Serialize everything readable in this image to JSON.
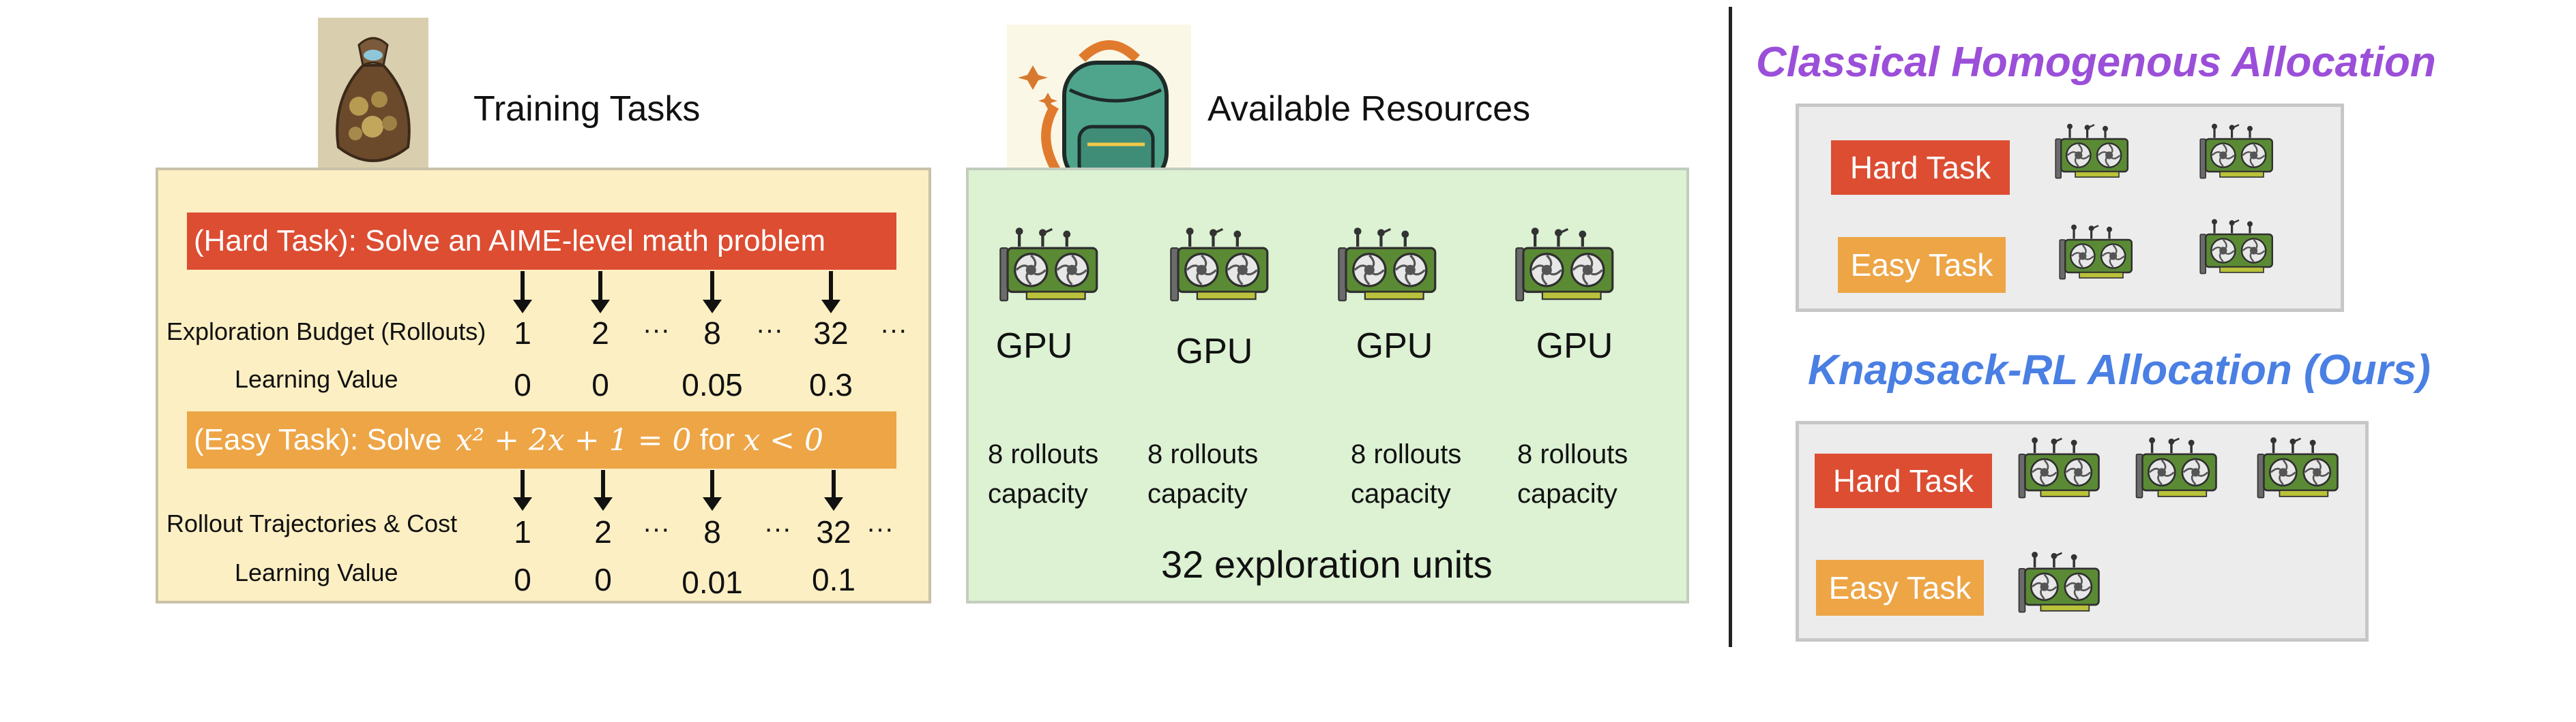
{
  "colors": {
    "hard": "#dc4d32",
    "easy": "#eda546",
    "classical_title": "#9b4fd9",
    "knapsack_title": "#4a7fe3",
    "gpu_green": "#6e9c3e"
  },
  "training": {
    "title": "Training Tasks",
    "hard_task": "(Hard Task): Solve an AIME-level math problem",
    "easy_task_prefix": "(Easy Task): Solve ",
    "easy_task_eq": "x² + 2x + 1 = 0",
    "easy_task_mid": " for ",
    "easy_task_cond": "x < 0",
    "hard_row_label": "Exploration Budget (Rollouts)",
    "hard_value_label": "Learning Value",
    "easy_row_label": "Rollout Trajectories & Cost",
    "easy_value_label": "Learning Value",
    "budgets": [
      "1",
      "2",
      "8",
      "32"
    ],
    "ellipsis": "···",
    "hard_values": [
      "0",
      "0",
      "0.05",
      "0.3"
    ],
    "easy_values": [
      "0",
      "0",
      "0.01",
      "0.1"
    ]
  },
  "resources": {
    "title": "Available Resources",
    "gpus": [
      {
        "label": "GPU",
        "capacity_line1": "8 rollouts",
        "capacity_line2": "capacity"
      },
      {
        "label": "GPU",
        "capacity_line1": "8 rollouts",
        "capacity_line2": "capacity"
      },
      {
        "label": "GPU",
        "capacity_line1": "8 rollouts",
        "capacity_line2": "capacity"
      },
      {
        "label": "GPU",
        "capacity_line1": "8 rollouts",
        "capacity_line2": "capacity"
      }
    ],
    "total": "32 exploration units"
  },
  "classical": {
    "title": "Classical Homogenous Allocation",
    "hard_label": "Hard Task",
    "easy_label": "Easy Task",
    "hard_gpus": 2,
    "easy_gpus": 2
  },
  "knapsack": {
    "title": "Knapsack-RL Allocation (Ours)",
    "hard_label": "Hard Task",
    "easy_label": "Easy Task",
    "hard_gpus": 3,
    "easy_gpus": 1
  }
}
